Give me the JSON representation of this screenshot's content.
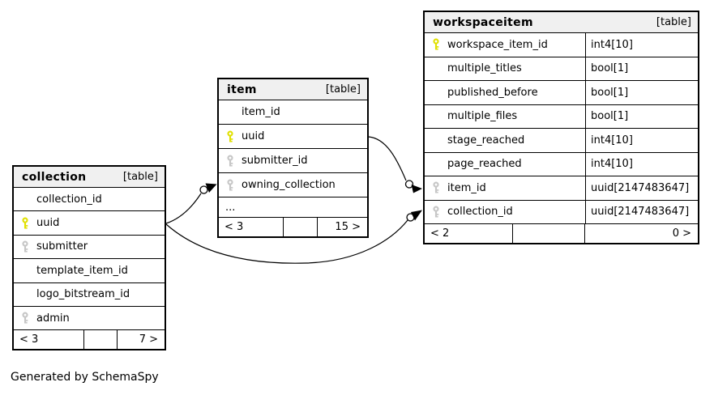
{
  "page": {
    "footer_note": "Generated by SchemaSpy"
  },
  "colors": {
    "primary_key": "#e0e000",
    "foreign_key": "#c6c6c6",
    "header_bg": "#f0f0f0",
    "border": "#000000",
    "background": "#ffffff"
  },
  "tables": [
    {
      "id": "collection",
      "name": "collection",
      "badge": "[table]",
      "columns": [
        {
          "name": "collection_id",
          "key": "none"
        },
        {
          "name": "uuid",
          "key": "primary"
        },
        {
          "name": "submitter",
          "key": "foreign"
        },
        {
          "name": "template_item_id",
          "key": "none"
        },
        {
          "name": "logo_bitstream_id",
          "key": "none"
        },
        {
          "name": "admin",
          "key": "foreign"
        }
      ],
      "footer": {
        "left": "< 3",
        "middle": "",
        "right": "7 >"
      }
    },
    {
      "id": "item",
      "name": "item",
      "badge": "[table]",
      "columns": [
        {
          "name": "item_id",
          "key": "none"
        },
        {
          "name": "uuid",
          "key": "primary"
        },
        {
          "name": "submitter_id",
          "key": "foreign"
        },
        {
          "name": "owning_collection",
          "key": "foreign"
        }
      ],
      "ellipsis_row": "...",
      "footer": {
        "left": "< 3",
        "middle": "",
        "right": "15 >"
      }
    },
    {
      "id": "workspaceitem",
      "name": "workspaceitem",
      "badge": "[table]",
      "columns": [
        {
          "name": "workspace_item_id",
          "type": "int4[10]",
          "key": "primary"
        },
        {
          "name": "multiple_titles",
          "type": "bool[1]",
          "key": "none"
        },
        {
          "name": "published_before",
          "type": "bool[1]",
          "key": "none"
        },
        {
          "name": "multiple_files",
          "type": "bool[1]",
          "key": "none"
        },
        {
          "name": "stage_reached",
          "type": "int4[10]",
          "key": "none"
        },
        {
          "name": "page_reached",
          "type": "int4[10]",
          "key": "none"
        },
        {
          "name": "item_id",
          "type": "uuid[2147483647]",
          "key": "foreign"
        },
        {
          "name": "collection_id",
          "type": "uuid[2147483647]",
          "key": "foreign"
        }
      ],
      "footer": {
        "left": "< 2",
        "middle": "",
        "right": "0 >"
      }
    }
  ],
  "relationships": [
    {
      "from": "collection.uuid",
      "to": "item.owning_collection"
    },
    {
      "from": "collection.uuid",
      "to": "workspaceitem.collection_id"
    },
    {
      "from": "item.uuid",
      "to": "workspaceitem.item_id"
    }
  ]
}
